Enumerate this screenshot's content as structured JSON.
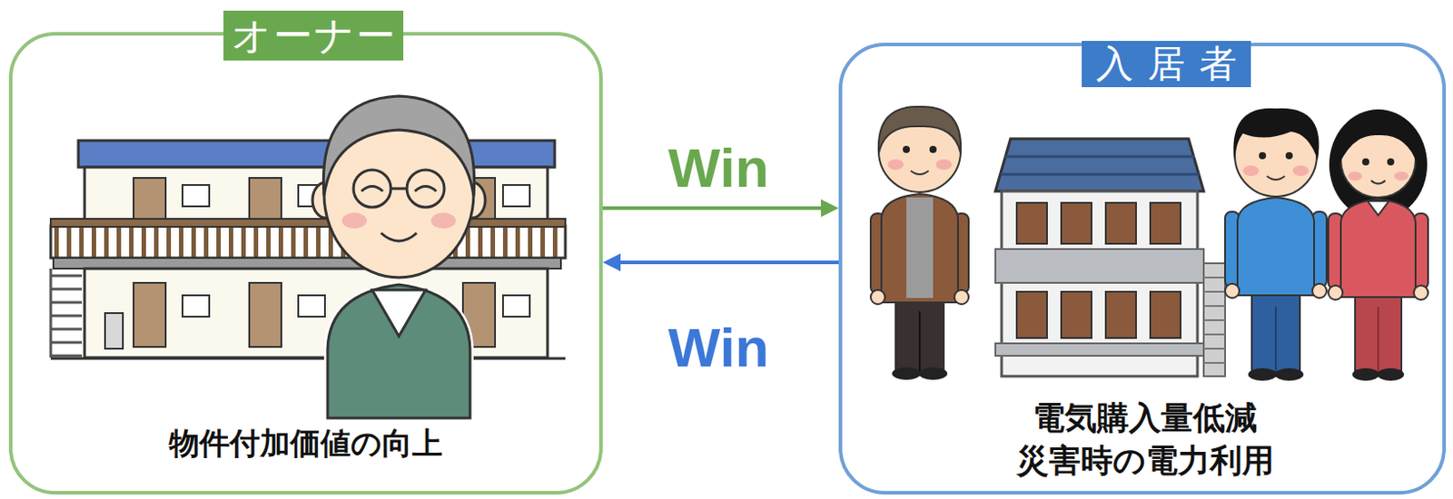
{
  "diagram": {
    "nodes": [
      {
        "text": [
          "オーナー",
          "物件付加価値の向上"
        ]
      },
      {
        "text": [
          "入居者",
          "電気購入量低減",
          "災害時の電力利用"
        ]
      }
    ],
    "edges": [
      {
        "from": 0,
        "to": 1,
        "label": "Win",
        "arrow": "to"
      },
      {
        "from": 1,
        "to": 0,
        "label": "Win",
        "arrow": "to"
      }
    ]
  }
}
